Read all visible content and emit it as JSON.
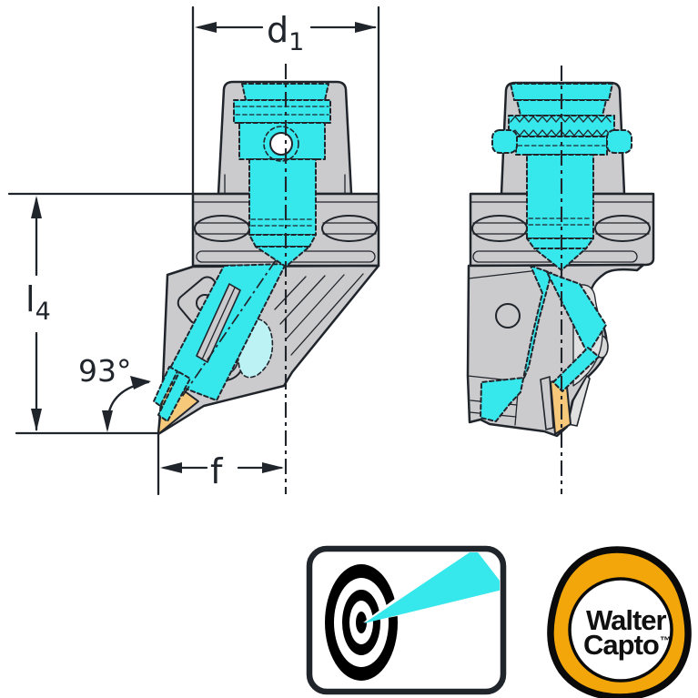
{
  "dims": {
    "d1_base": "d",
    "d1_sub": "1",
    "l4_base": "l",
    "l4_sub": "4",
    "angle": "93°",
    "f": "f"
  },
  "colors": {
    "highlight_cyan": "#36E7EC",
    "highlight_cyan_light": "#BCF2F4",
    "body_gray": "#CBCBCD",
    "face_gray": "#E0E0E1",
    "insert_orange": "#F5C87A",
    "brand_yellow": "#F2A60A",
    "line_dark": "#20242B",
    "logo_black": "#000000"
  },
  "icons": {
    "precision_logo": "target-beam-icon",
    "capto_logo": "walter-capto-badge"
  },
  "walter_capto": {
    "line1": "Walter",
    "line2": "Capto",
    "trademark": "™"
  }
}
